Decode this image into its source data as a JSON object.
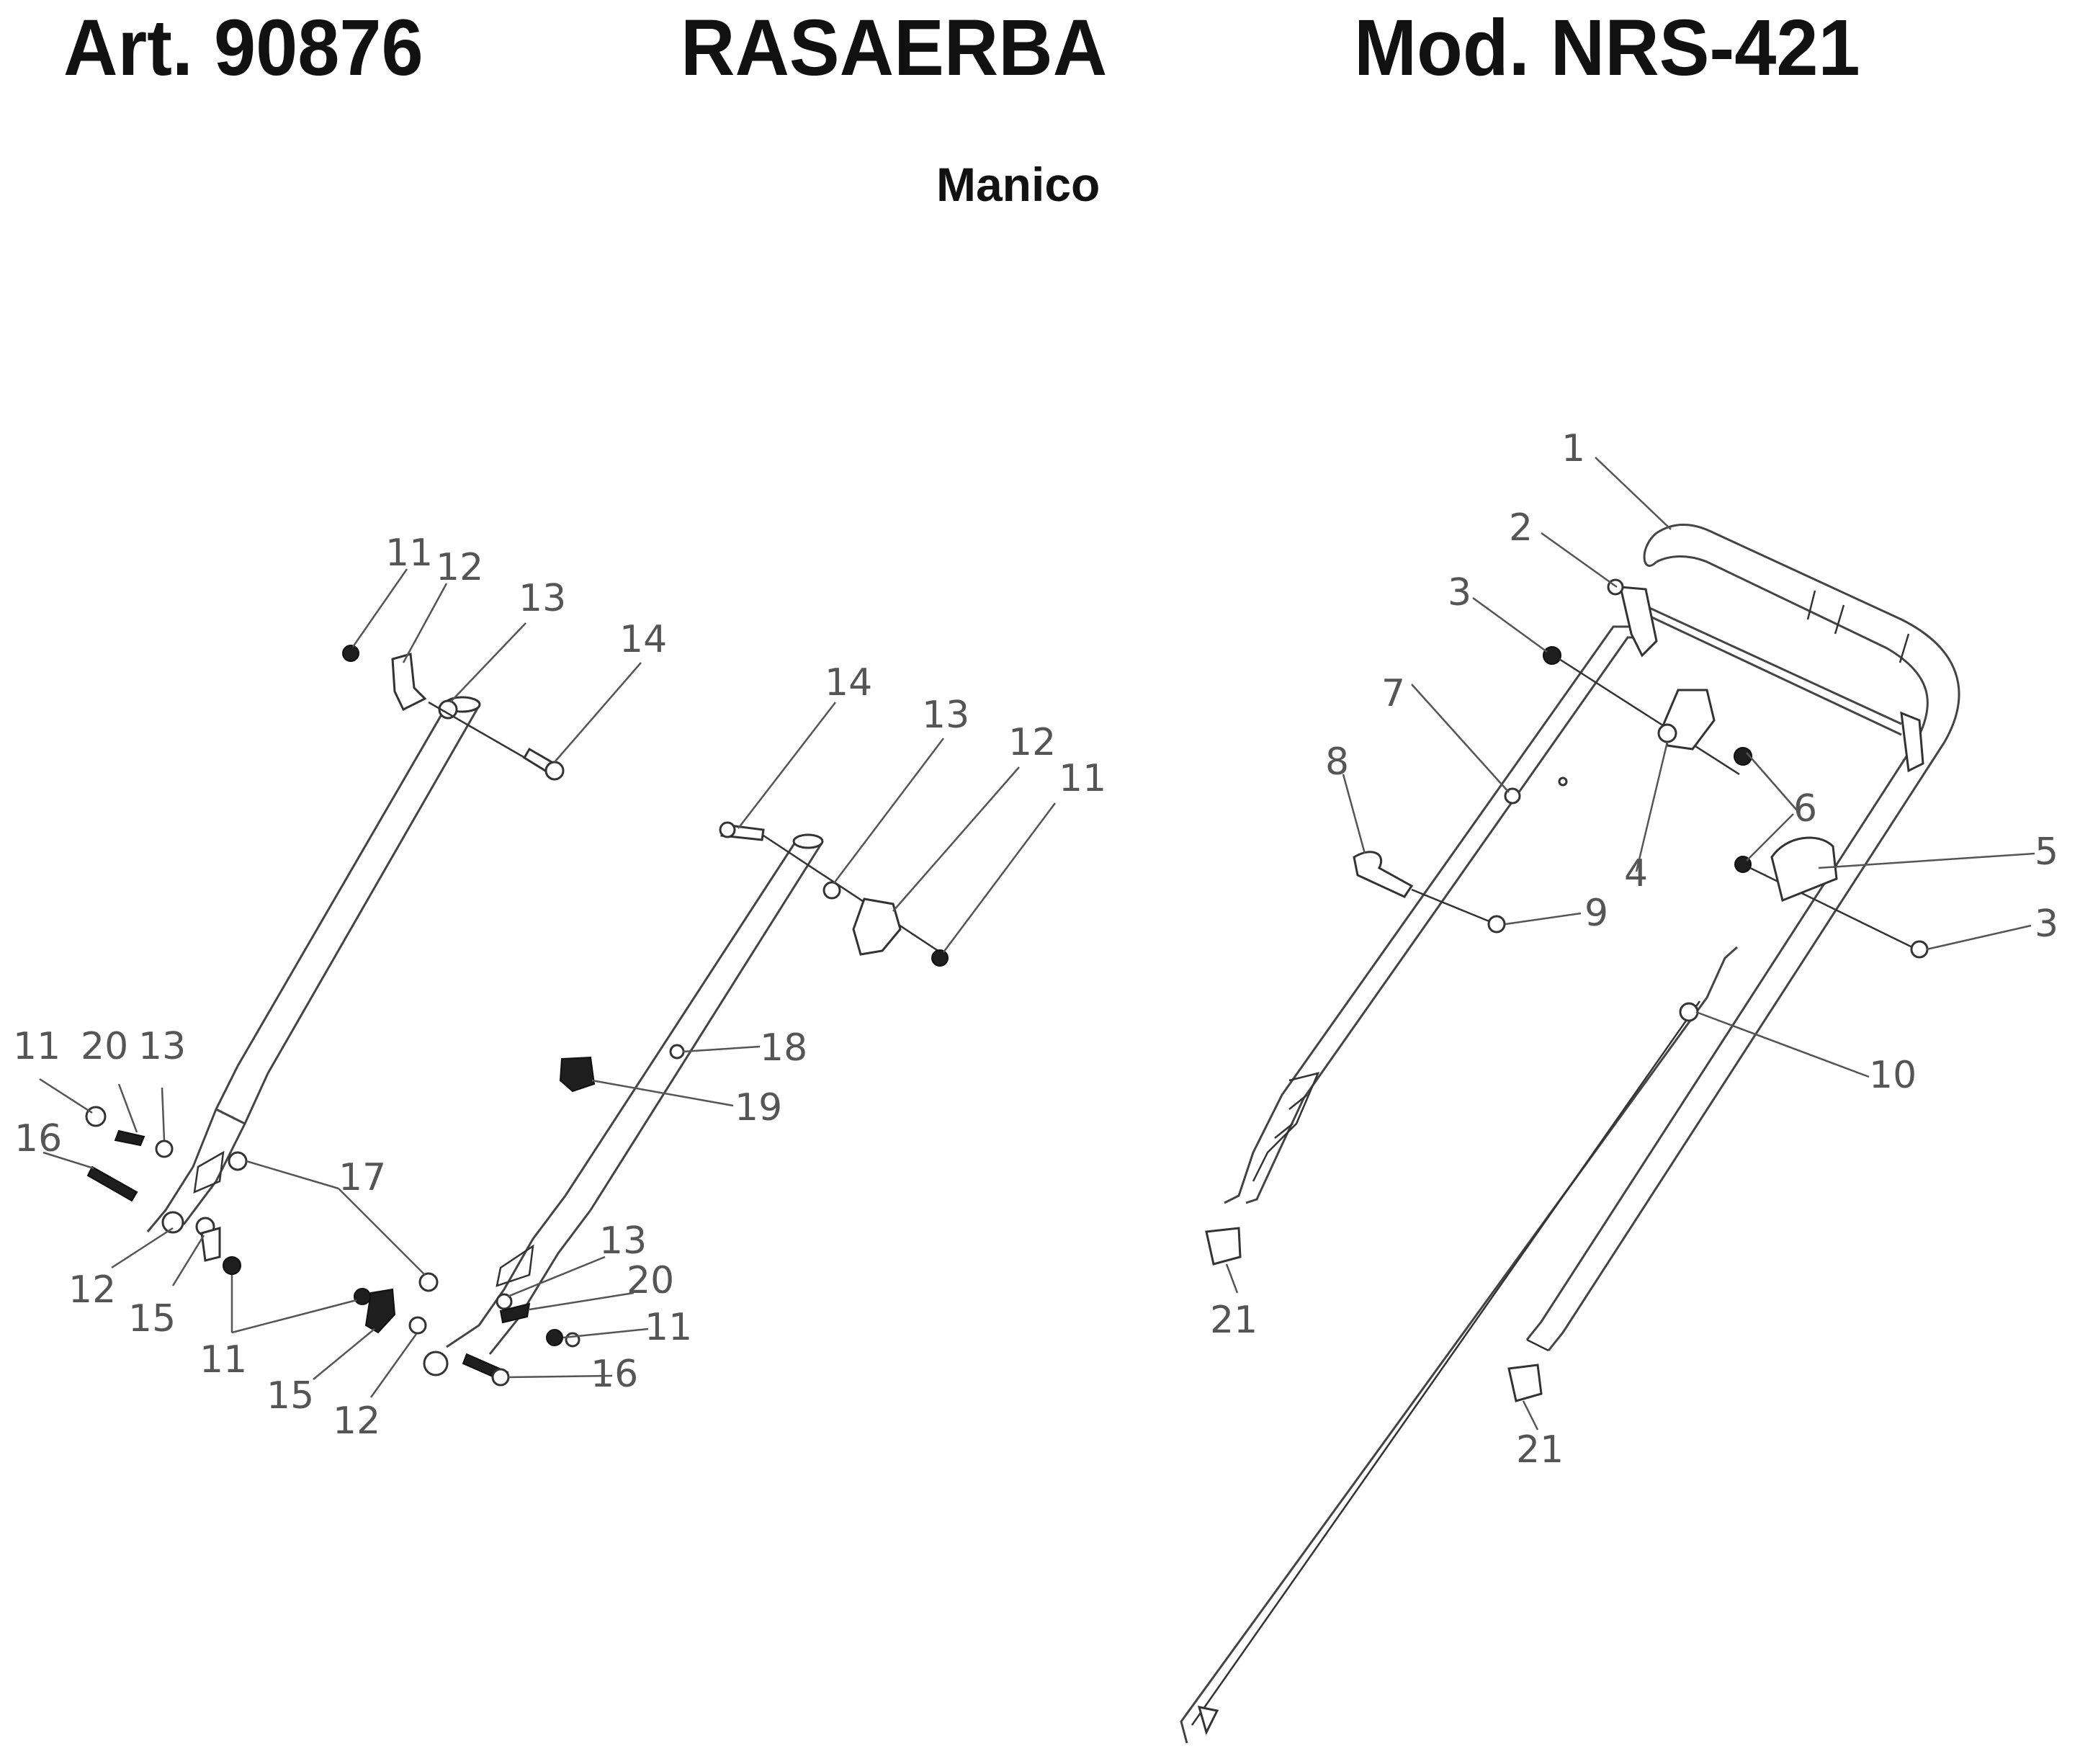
{
  "header": {
    "article": "Art. 90876",
    "product": "RASAERBA",
    "model": "Mod. NRS-421",
    "section": "Manico"
  },
  "callouts_lower_handle": [
    "11",
    "12",
    "13",
    "14",
    "14",
    "13",
    "12",
    "11",
    "18",
    "19",
    "11",
    "20",
    "13",
    "16",
    "17",
    "12",
    "15",
    "11",
    "13",
    "20",
    "11",
    "15",
    "12",
    "16"
  ],
  "callouts_upper_handle": [
    "1",
    "2",
    "3",
    "7",
    "8",
    "4",
    "6",
    "5",
    "9",
    "3",
    "10",
    "21",
    "21"
  ]
}
